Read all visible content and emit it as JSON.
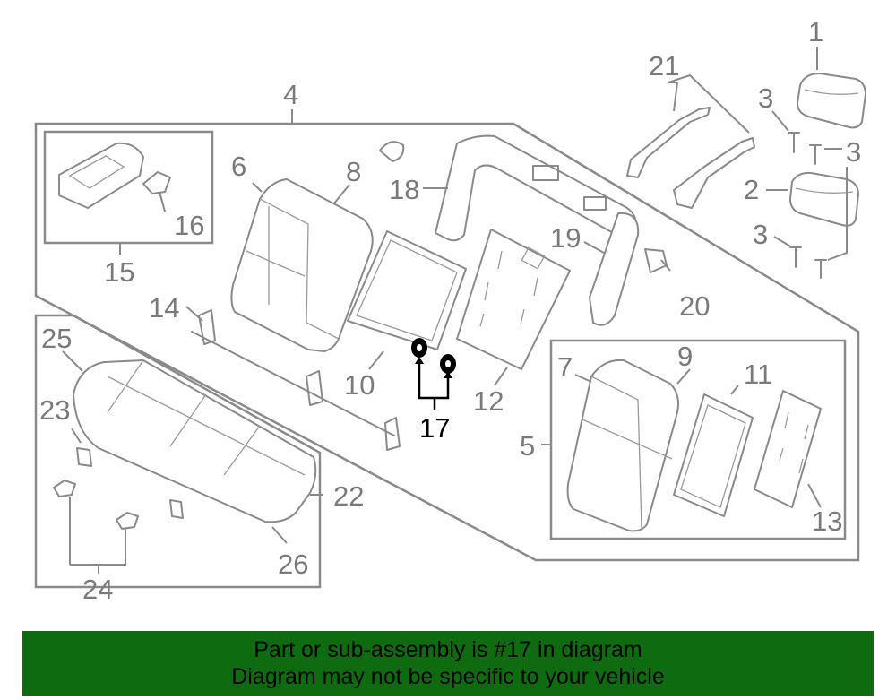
{
  "diagram": {
    "highlighted_part": "17",
    "callouts": {
      "c1": "1",
      "c2": "2",
      "c3a": "3",
      "c3b": "3",
      "c3c": "3",
      "c4": "4",
      "c5": "5",
      "c6": "6",
      "c7": "7",
      "c8": "8",
      "c9": "9",
      "c10": "10",
      "c11": "11",
      "c12": "12",
      "c13": "13",
      "c14": "14",
      "c15": "15",
      "c16": "16",
      "c17": "17",
      "c18": "18",
      "c19": "19",
      "c20": "20",
      "c21": "21",
      "c22": "22",
      "c23": "23",
      "c24": "24",
      "c25": "25",
      "c26": "26"
    }
  },
  "banner": {
    "line1": "Part or sub-assembly is #17 in diagram",
    "line2": "Diagram may not be specific to your vehicle",
    "background": "#0f6b0f"
  }
}
